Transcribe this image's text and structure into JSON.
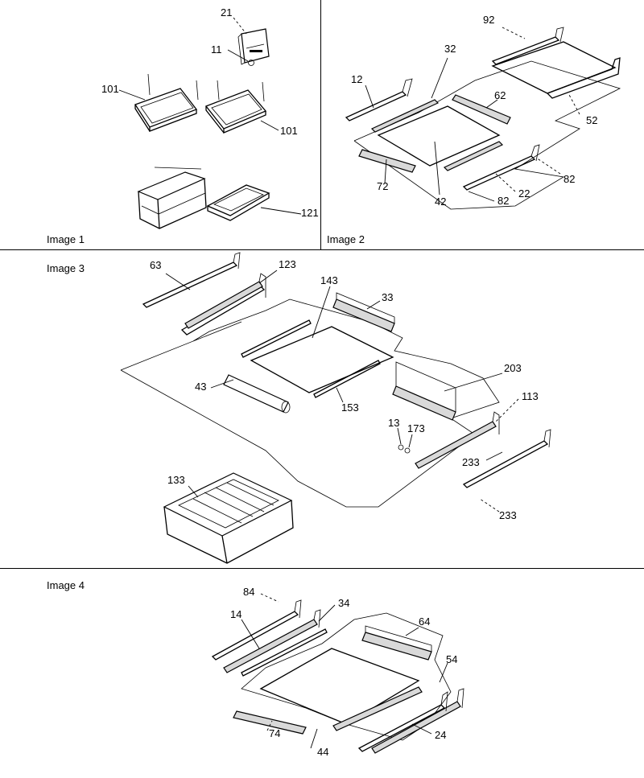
{
  "panels": [
    {
      "label": "Image 1",
      "callouts": [
        "21",
        "11",
        "101",
        "101",
        "121"
      ]
    },
    {
      "label": "Image 2",
      "callouts": [
        "92",
        "32",
        "12",
        "62",
        "52",
        "42",
        "72",
        "82",
        "22",
        "82"
      ]
    },
    {
      "label": "Image 3",
      "callouts": [
        "63",
        "123",
        "143",
        "33",
        "43",
        "153",
        "203",
        "113",
        "13",
        "173",
        "233",
        "133",
        "233"
      ]
    },
    {
      "label": "Image 4",
      "callouts": [
        "84",
        "34",
        "14",
        "64",
        "54",
        "74",
        "44",
        "24"
      ]
    }
  ],
  "colors": {
    "ink": "#000000",
    "paper": "#ffffff",
    "shade": "#d9d9d9"
  }
}
